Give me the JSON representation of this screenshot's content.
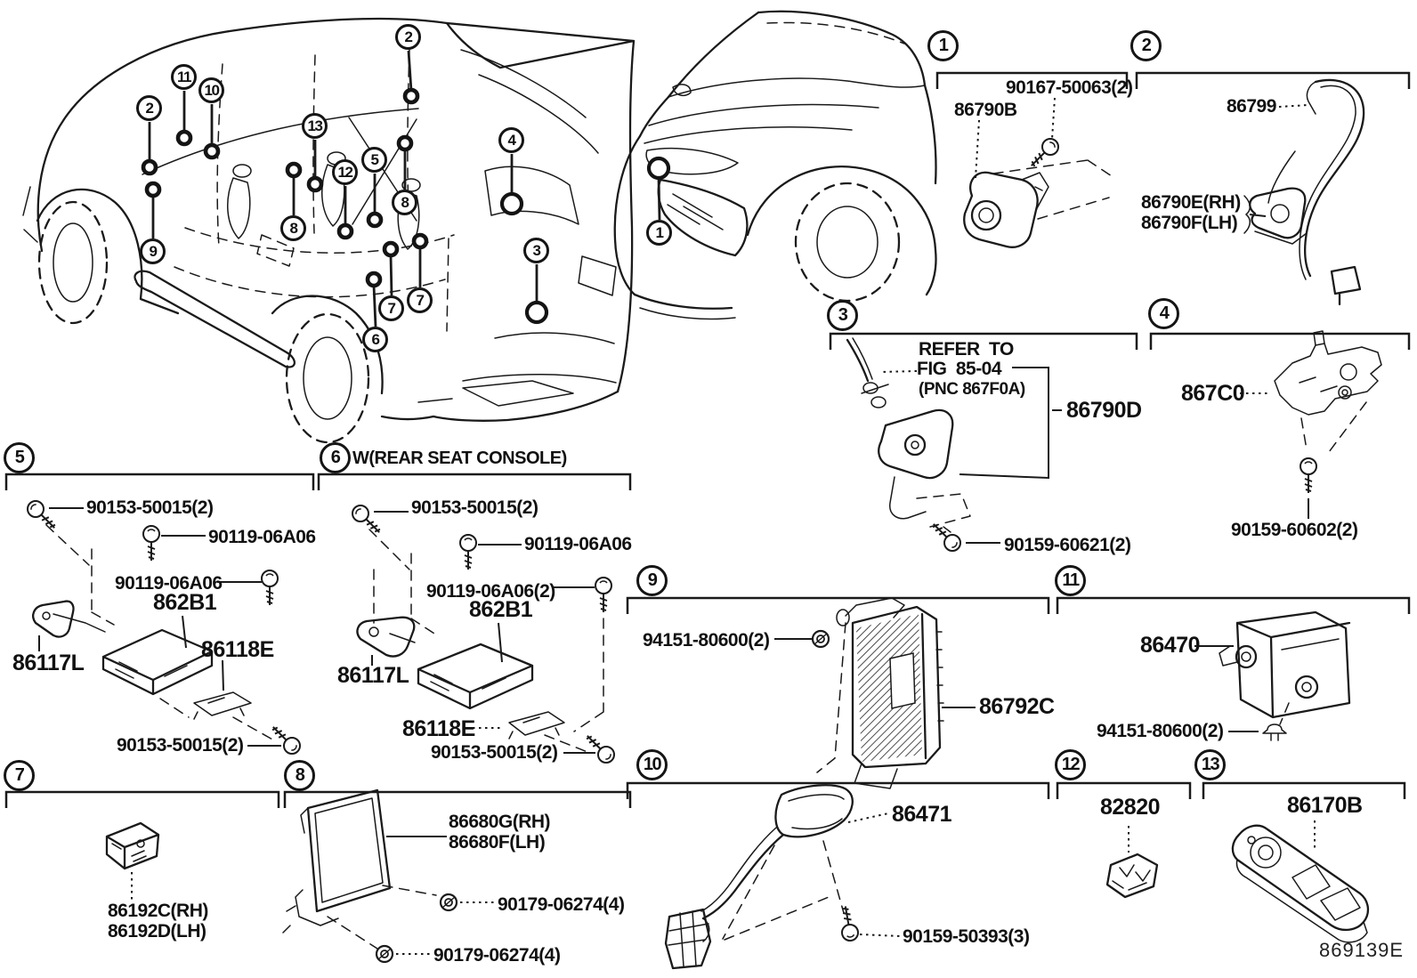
{
  "figure": {
    "code": "869139E"
  },
  "callouts": {
    "c2_door": "2",
    "c11": "11",
    "c10": "10",
    "c9": "9",
    "c13": "13",
    "c12": "12",
    "c8_front": "8",
    "c2_roof": "2",
    "c5": "5",
    "c8_rear": "8",
    "c7_left": "7",
    "c7_right": "7",
    "c6": "6",
    "c4": "4",
    "c3": "3",
    "c1": "1"
  },
  "sections": {
    "s1": {
      "num": "1",
      "l1": "86790B",
      "l2": "90167-50063(2)"
    },
    "s2": {
      "num": "2",
      "l1": "86799",
      "l2": "86790E(RH)",
      "l3": "86790F(LH)"
    },
    "s3": {
      "num": "3",
      "note1": "REFER TO",
      "note2": "FIG 85-04",
      "note3": "(PNC 867F0A)",
      "l1": "86790D",
      "l2": "90159-60621(2)"
    },
    "s4": {
      "num": "4",
      "l1": "867C0",
      "l2": "90159-60602(2)"
    },
    "s5": {
      "num": "5",
      "l1": "90153-50015(2)",
      "l2": "90119-06A06",
      "l3": "90119-06A06",
      "l4": "862B1",
      "l5": "86117L",
      "l6": "86118E",
      "l7": "90153-50015(2)"
    },
    "s6": {
      "num": "6",
      "title": "W(REAR SEAT CONSOLE)",
      "l1": "90153-50015(2)",
      "l2": "90119-06A06",
      "l3": "90119-06A06(2)",
      "l4": "862B1",
      "l5": "86117L",
      "l6": "86118E",
      "l7": "90153-50015(2)"
    },
    "s7": {
      "num": "7",
      "l1": "86192C(RH)",
      "l2": "86192D(LH)"
    },
    "s8": {
      "num": "8",
      "l1": "86680G(RH)",
      "l2": "86680F(LH)",
      "l3": "90179-06274(4)",
      "l4": "90179-06274(4)"
    },
    "s9": {
      "num": "9",
      "l1": "94151-80600(2)",
      "l2": "86792C"
    },
    "s10": {
      "num": "10",
      "l1": "86471",
      "l2": "90159-50393(3)"
    },
    "s11": {
      "num": "11",
      "l1": "86470",
      "l2": "94151-80600(2)"
    },
    "s12": {
      "num": "12",
      "l1": "82820"
    },
    "s13": {
      "num": "13",
      "l1": "86170B"
    }
  }
}
